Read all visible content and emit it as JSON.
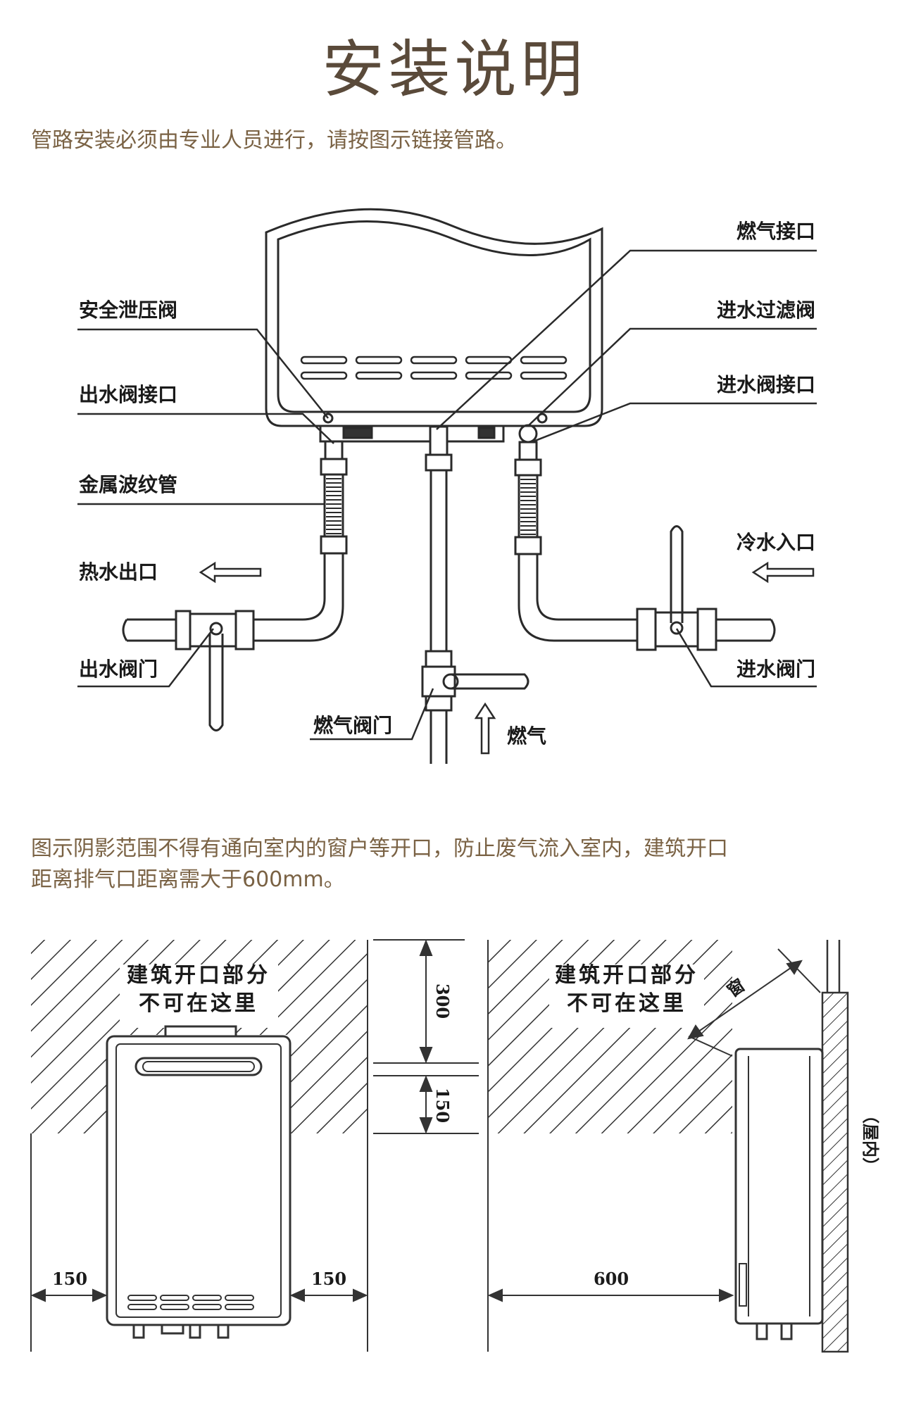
{
  "title": "安装说明",
  "intro": "管路安装必须由专业人员进行，请按图示链接管路。",
  "piping": {
    "labels": {
      "safety_valve": "安全泄压阀",
      "outlet_valve_port": "出水阀接口",
      "metal_hose": "金属波纹管",
      "hot_water_out": "热水出口",
      "outlet_valve": "出水阀门",
      "gas_port": "燃气接口",
      "inlet_filter_valve": "进水过滤阀",
      "inlet_valve_port": "进水阀接口",
      "cold_water_in": "冷水入口",
      "inlet_valve": "进水阀门",
      "gas_valve": "燃气阀门",
      "gas": "燃气"
    }
  },
  "warning": {
    "line1": "图示阴影范围不得有通向室内的窗户等开口，防止废气流入室内，建筑开口",
    "line2": "距离排气口距离需大于600mm。"
  },
  "clearance": {
    "no_opening_line1": "建筑开口部分",
    "no_opening_line2": "不可在这里",
    "dim_300": "300",
    "dim_150_vertical": "150",
    "dim_150_left": "150",
    "dim_150_right": "150",
    "dim_600": "600",
    "window": "窗",
    "indoor": "（屋内）"
  }
}
